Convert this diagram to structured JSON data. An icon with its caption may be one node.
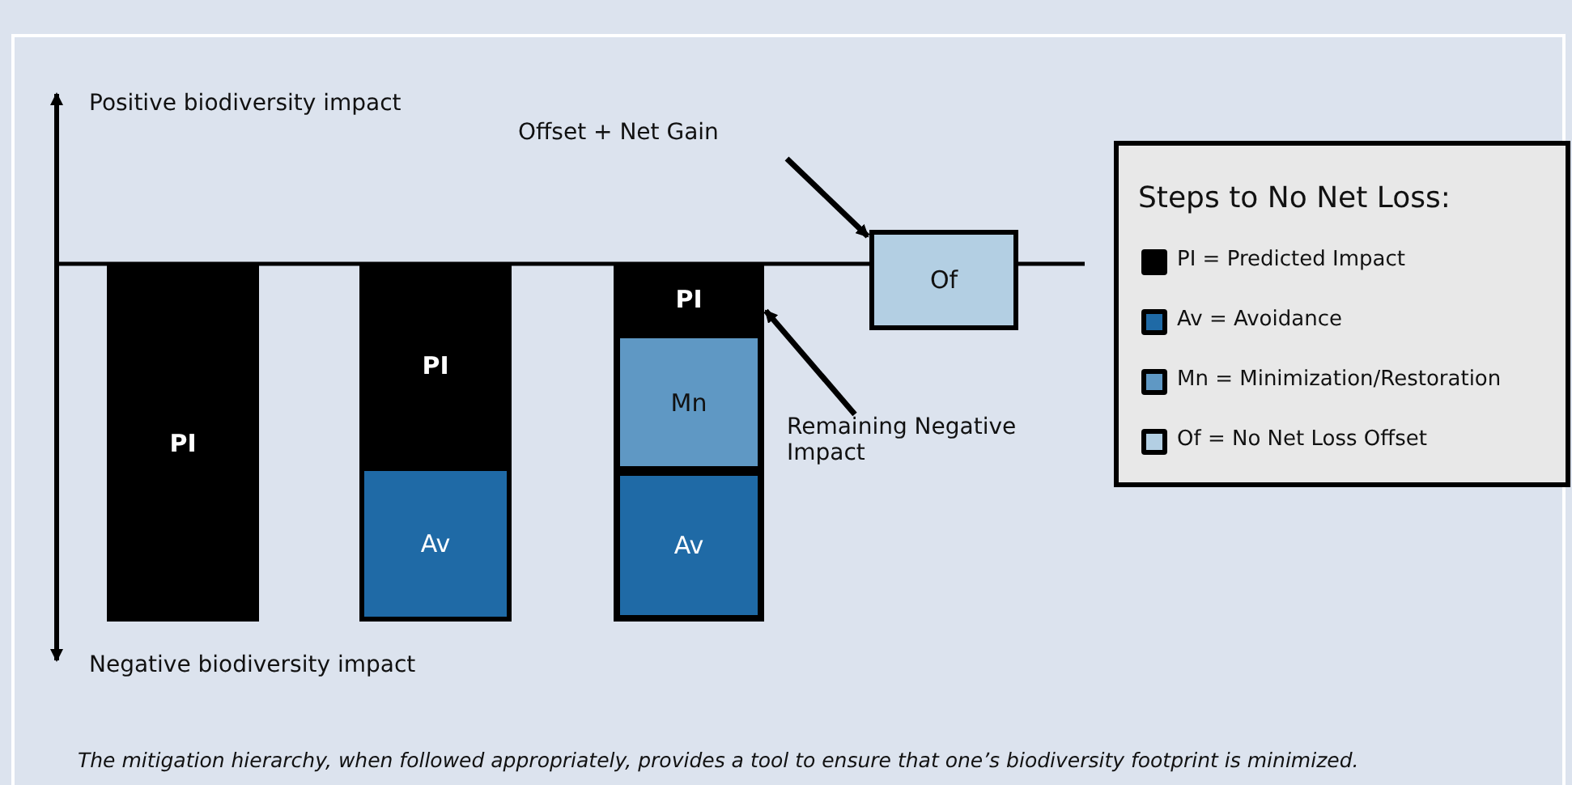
{
  "diagram": {
    "caption": "The mitigation hierarchy, when followed appropriately, provides a tool to ensure that one’s biodiversity footprint is minimized.",
    "nodes": [
      {
        "text": [
          "PI"
        ]
      },
      {
        "text": [
          "PI"
        ]
      },
      {
        "text": [
          "Av"
        ]
      },
      {
        "text": [
          "PI"
        ]
      },
      {
        "text": [
          "Mn"
        ]
      },
      {
        "text": [
          "Av"
        ]
      },
      {
        "text": [
          "Of"
        ]
      },
      {
        "text": [
          "Offset + Net Gain"
        ]
      },
      {
        "text": [
          "Remaining Negative Impact"
        ]
      }
    ],
    "edges": [
      {
        "from": 7,
        "to": 6,
        "arrow": "to"
      },
      {
        "from": 8,
        "to": 3,
        "arrow": "to"
      }
    ],
    "labels": [
      "Positive biodiversity impact",
      "Negative biodiversity impact",
      "Steps to No Net Loss:"
    ],
    "legend": [
      {
        "text": "PI = Predicted Impact",
        "color": "#000000"
      },
      {
        "text": "Av = Avoidance",
        "color": "#1f6aa6"
      },
      {
        "text": "Mn = Minimization/Restoration",
        "color": "#5f98c4"
      },
      {
        "text": "Of = No Net Loss Offset",
        "color": "#b3cfe3"
      }
    ]
  }
}
